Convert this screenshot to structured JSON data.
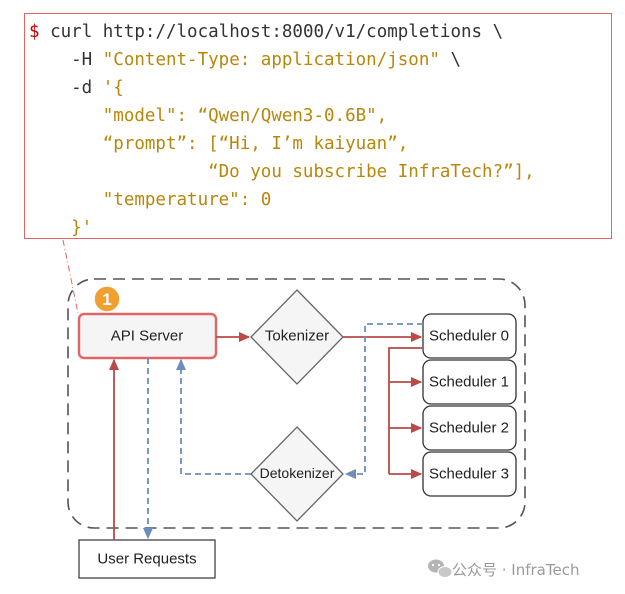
{
  "command": {
    "prompt_symbol": "$",
    "line1": " curl http://localhost:8000/v1/completions \\",
    "line2_prefix": "    -H ",
    "line2_string": "\"Content-Type: application/json\"",
    "line2_suffix": " \\",
    "line3_prefix": "    -d ",
    "line3_string": "'{",
    "line4": "       \"model\": “Qwen/Qwen3-0.6B\",",
    "line5": "       “prompt”: [“Hi, I’m kaiyuan”,",
    "line6": "                 “Do you subscribe InfraTech?”],",
    "line7": "       \"temperature\": 0",
    "line8": "    }'"
  },
  "diagram": {
    "badge": "1",
    "api_server": "API Server",
    "tokenizer": "Tokenizer",
    "detokenizer": "Detokenizer",
    "user_requests": "User Requests",
    "schedulers": [
      "Scheduler 0",
      "Scheduler 1",
      "Scheduler 2",
      "Scheduler 3"
    ],
    "colors": {
      "request_flow": "#b94a48",
      "response_flow": "#6c8ebf",
      "highlight_border": "#e06666",
      "badge": "#f0a030"
    }
  },
  "watermark": {
    "text": "公众号 · InfraTech",
    "icon": "wechat-icon"
  }
}
